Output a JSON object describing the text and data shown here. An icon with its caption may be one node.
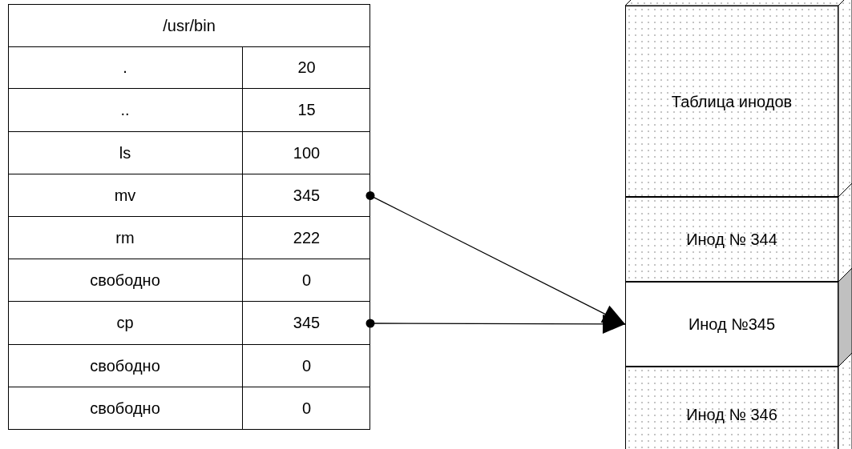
{
  "diagram": {
    "nodes": [
      {
        "text": [
          "/usr/bin"
        ]
      },
      {
        "text": [
          "."
        ],
        "in": 0
      },
      {
        "text": [
          "20"
        ],
        "in": 0
      },
      {
        "text": [
          ".."
        ],
        "in": 0
      },
      {
        "text": [
          "15"
        ],
        "in": 0
      },
      {
        "text": [
          "ls"
        ],
        "in": 0
      },
      {
        "text": [
          "100"
        ],
        "in": 0
      },
      {
        "text": [
          "mv"
        ],
        "in": 0
      },
      {
        "text": [
          "345"
        ],
        "in": 0
      },
      {
        "text": [
          "rm"
        ],
        "in": 0
      },
      {
        "text": [
          "222"
        ],
        "in": 0
      },
      {
        "text": [
          "свободно"
        ],
        "in": 0
      },
      {
        "text": [
          "0"
        ],
        "in": 0
      },
      {
        "text": [
          "cp"
        ],
        "in": 0
      },
      {
        "text": [
          "345"
        ],
        "in": 0
      },
      {
        "text": [
          "свободно"
        ],
        "in": 0
      },
      {
        "text": [
          "0"
        ],
        "in": 0
      },
      {
        "text": [
          "свободно"
        ],
        "in": 0
      },
      {
        "text": [
          "0"
        ],
        "in": 0
      },
      {
        "text": [
          "Таблица инодов"
        ]
      },
      {
        "text": [
          "Инод № 344"
        ]
      },
      {
        "text": [
          "Инод №345"
        ]
      },
      {
        "text": [
          "Инод № 346"
        ]
      }
    ],
    "edges": [
      {
        "from": 8,
        "to": 21,
        "arrow": "to"
      },
      {
        "from": 14,
        "to": 21,
        "arrow": "to"
      }
    ]
  }
}
